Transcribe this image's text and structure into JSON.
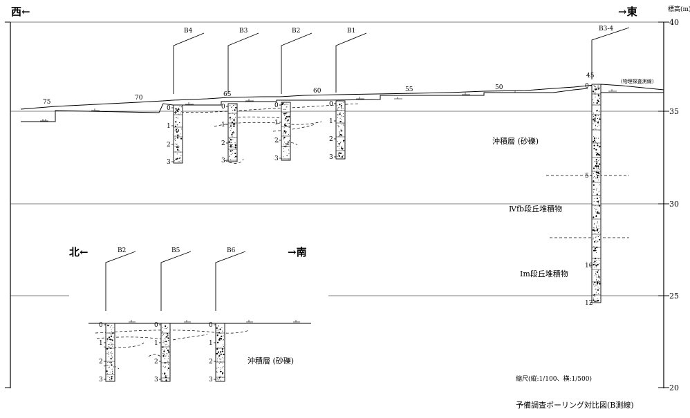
{
  "directions": {
    "west": "西←",
    "east": "→東",
    "north": "北←",
    "south": "→南"
  },
  "elevation_axis": {
    "label": "標高(m)",
    "ticks": [
      "40",
      "35",
      "30",
      "25",
      "20"
    ]
  },
  "upper_section": {
    "boreholes": [
      {
        "name": "B4",
        "depth_ticks": [
          "0",
          "1",
          "2",
          "3"
        ]
      },
      {
        "name": "B3",
        "depth_ticks": [
          "0",
          "1",
          "2",
          "3"
        ]
      },
      {
        "name": "B2",
        "depth_ticks": [
          "0",
          "1",
          "2",
          "3"
        ]
      },
      {
        "name": "B1",
        "depth_ticks": [
          "0",
          "1",
          "2",
          "3"
        ]
      },
      {
        "name": "B3-4",
        "depth_ticks": [
          "0",
          "5",
          "10",
          "12"
        ]
      }
    ],
    "station_marks": [
      "75",
      "70",
      "65",
      "60",
      "55",
      "50",
      "45"
    ],
    "geophysics_note": "(物理探査測線)",
    "layers": [
      {
        "label": "沖積層 (砂礫)"
      },
      {
        "label": "Ⅳfb段丘堆積物"
      },
      {
        "label": "Ⅰm段丘堆積物"
      }
    ]
  },
  "lower_section": {
    "boreholes": [
      {
        "name": "B2",
        "depth_ticks": [
          "0",
          "1",
          "2",
          "3"
        ]
      },
      {
        "name": "B5",
        "depth_ticks": [
          "0",
          "1",
          "2",
          "3"
        ]
      },
      {
        "name": "B6",
        "depth_ticks": [
          "0",
          "1",
          "2",
          "3"
        ]
      }
    ],
    "layer_label": "沖積層 (砂礫)"
  },
  "scale_note": "縮尺(縦:1/100、横:1/500)",
  "caption": "予備調査ボーリング対比図(B測線)",
  "colors": {
    "ink": "#000000",
    "paper": "#ffffff"
  }
}
